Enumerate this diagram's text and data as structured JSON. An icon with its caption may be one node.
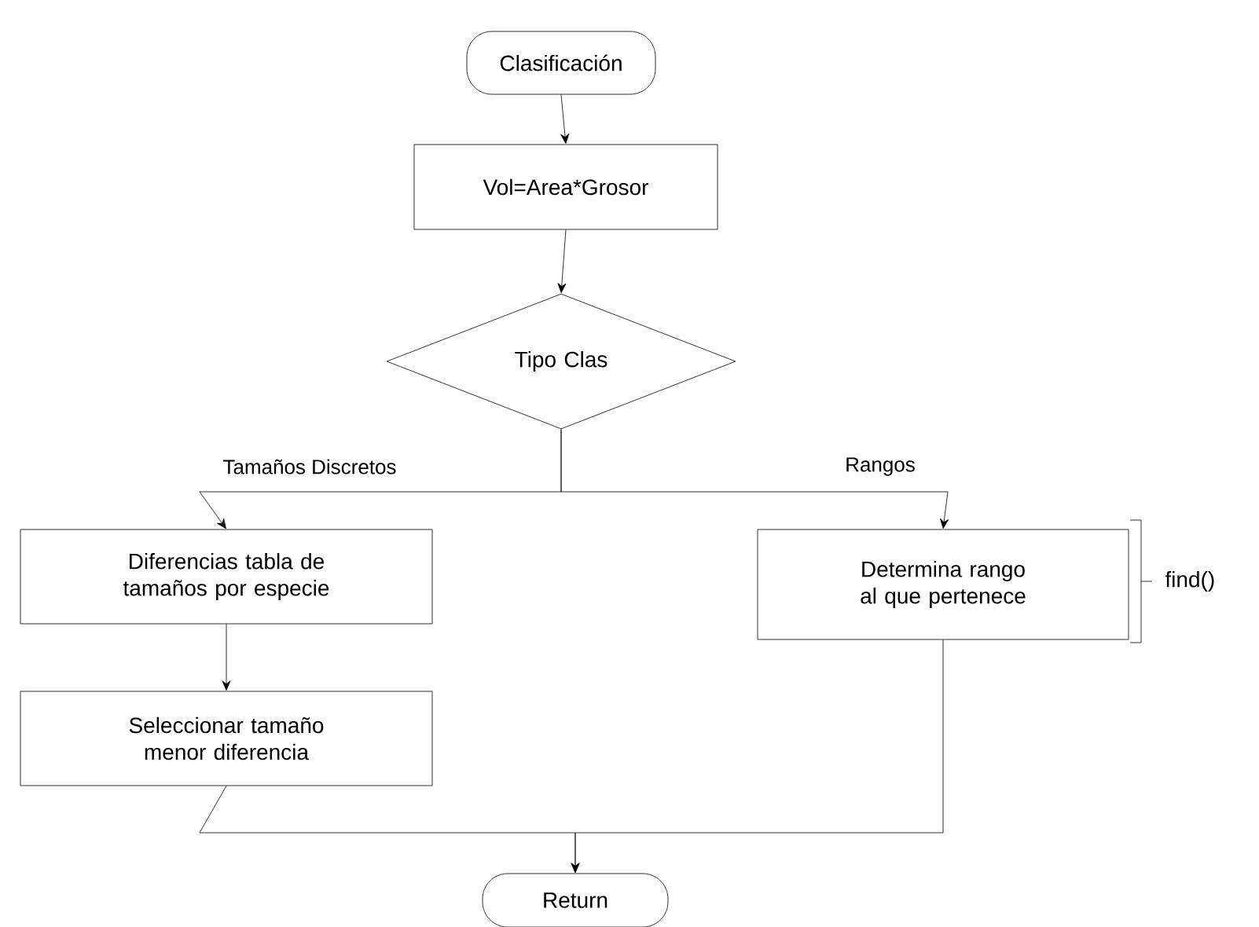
{
  "diagram": {
    "nodes": [
      {
        "text": [
          "Clasificación"
        ]
      },
      {
        "text": [
          "Vol=Area*Grosor"
        ]
      },
      {
        "text": [
          "Tipo  Clas"
        ]
      },
      {
        "text": [
          "Diferencias tabla de tamaños por especie"
        ]
      },
      {
        "text": [
          "Determina  rango al que pertenece"
        ]
      },
      {
        "text": [
          "Seleccionar tamaño menor diferencia"
        ]
      },
      {
        "text": [
          "Return"
        ]
      }
    ],
    "edges": [
      {
        "from": 0,
        "to": 1,
        "arrow": "to"
      },
      {
        "from": 1,
        "to": 2,
        "arrow": "to"
      },
      {
        "from": 2,
        "to": 3,
        "arrow": "to",
        "label": "Tamaños Discretos"
      },
      {
        "from": 2,
        "to": 4,
        "arrow": "to",
        "label": "Rangos"
      },
      {
        "from": 3,
        "to": 5,
        "arrow": "to"
      },
      {
        "from": 5,
        "to": 6,
        "arrow": "to"
      },
      {
        "from": 4,
        "to": 6,
        "arrow": "to"
      }
    ],
    "labels": [
      "find()"
    ]
  }
}
